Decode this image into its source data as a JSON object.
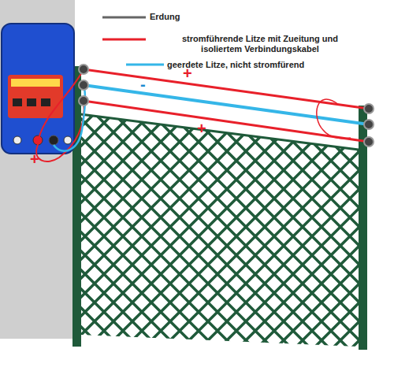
{
  "diagram": {
    "labels": [
      "+",
      "-",
      "+",
      "+"
    ],
    "legend": [
      {
        "text": "Erdung"
      },
      {
        "text": "stromführende Litze mit Zueitung und isoliertem Verbindungskabel"
      },
      {
        "text": "geerdete Litze, nicht stromfürend"
      }
    ]
  }
}
